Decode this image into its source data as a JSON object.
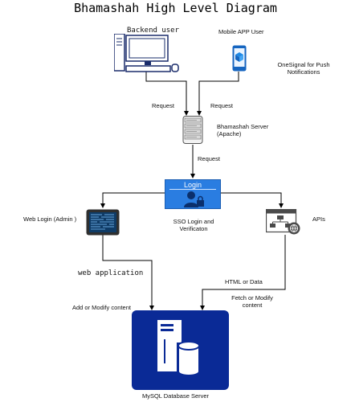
{
  "title": "Bhamashah High Level Diagram",
  "nodes": {
    "backend_user": "Backend user",
    "mobile_user": "Mobile APP User",
    "onesignal": "OneSignal for Push Notifications",
    "server": "Bhamashah Server (Apache)",
    "login_box": "Login",
    "sso": "SSO Login and Verificaton",
    "web_login": "Web Login (Admin )",
    "apis": "APIs",
    "db": "MySQL Database Server"
  },
  "edges": {
    "request_left": "Request",
    "request_right": "Request",
    "request_down": "Request",
    "web_application": "web application",
    "html_or_data": "HTML or Data",
    "add_modify": "Add or Modify content",
    "fetch_modify": "Fetch or Modify content"
  },
  "colors": {
    "db_fill": "#0a2a96",
    "login_fill": "#2a7de1",
    "line": "#000000"
  }
}
